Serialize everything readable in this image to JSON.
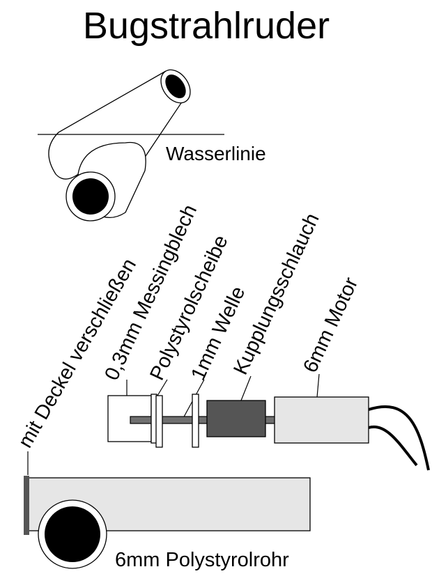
{
  "title": "Bugstrahlruder",
  "labels": {
    "waterline": "Wasserlinie",
    "lid": "mit Deckel verschließen",
    "brass": "0,3mm Messingblech",
    "disc": "Polystyrolscheibe",
    "shaft": "1mm Welle",
    "coupling": "Kupplungsschlauch",
    "motor": "6mm Motor",
    "tube": "6mm Polystyrolrohr"
  },
  "colors": {
    "light_fill": "#e6e6e6",
    "dark_fill": "#555555",
    "shaft_fill": "#707070",
    "line": "#000000"
  }
}
